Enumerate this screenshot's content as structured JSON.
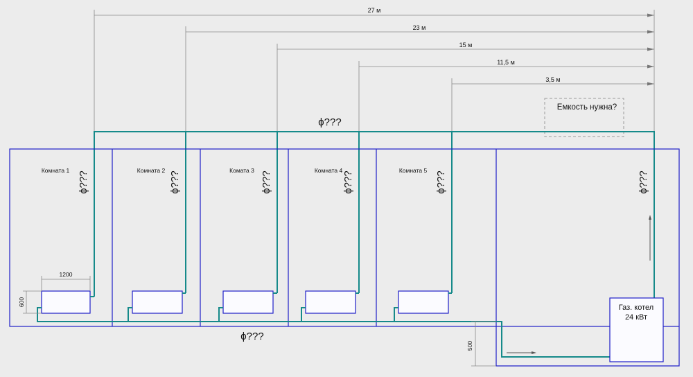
{
  "dimensions": [
    {
      "label": "27 м"
    },
    {
      "label": "23 м"
    },
    {
      "label": "15 м"
    },
    {
      "label": "11,5 м"
    },
    {
      "label": "3,5 м"
    }
  ],
  "rooms": [
    {
      "label": "Комната 1"
    },
    {
      "label": "Комнатa 2"
    },
    {
      "label": "Комата 3"
    },
    {
      "label": "Комната 4"
    },
    {
      "label": "Комната 5"
    }
  ],
  "diameter_marks": {
    "top_main": "ϕ???",
    "bottom_main": "ϕ???",
    "riser": "ϕ???"
  },
  "radiator": {
    "width_label": "1200",
    "height_label": "600"
  },
  "floor_offset_label": "500",
  "tank": {
    "label": "Емкость нужна?"
  },
  "boiler": {
    "line1": "Газ. котел",
    "line2": "24 кВт"
  },
  "colors": {
    "walls": "#1f1fc8",
    "pipes": "#168a8a",
    "dimension_lines": "#8a8a8a",
    "background": "#ececec"
  }
}
